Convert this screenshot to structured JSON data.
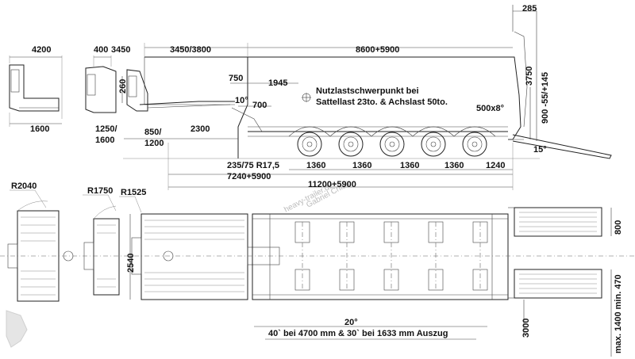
{
  "dimensions": {
    "d4200": "4200",
    "d400": "400",
    "d3450a": "3450",
    "d3450_3800": "3450/3800",
    "d8600": "8600+5900",
    "d285": "285",
    "d260": "260",
    "d750": "750",
    "d1945": "1945",
    "d10deg": "10°",
    "d700": "700",
    "d1600": "1600",
    "d1250_1600a": "1250/",
    "d1250_1600b": "1600",
    "d850_1200a": "850/",
    "d850_1200b": "1200",
    "d2300": "2300",
    "d3750": "3750",
    "d900": "900 -55/+145",
    "d500x8": "500x8°",
    "d15deg": "15°",
    "tire": "235/75 R17,5",
    "d7240": "7240+5900",
    "d1360a": "1360",
    "d1360b": "1360",
    "d1360c": "1360",
    "d1360d": "1360",
    "d1240": "1240",
    "d11200": "11200+5900",
    "r2040": "R2040",
    "r1750": "R1750",
    "r1525": "R1525",
    "d2540": "2540",
    "d800": "800",
    "d20deg": "20°",
    "steer": "40` bei 4700 mm & 30` bei 1633 mm Auszug",
    "d3000": "3000",
    "dmax": "max. 1400 min. 470"
  },
  "note": {
    "line1": "Nutzlastschwerpunkt bei",
    "line2": "Sattellast 23to. & Achslast 50to."
  },
  "watermark": {
    "line1": "heavy-trailer.de",
    "line2": "Gabriel Chieli"
  }
}
